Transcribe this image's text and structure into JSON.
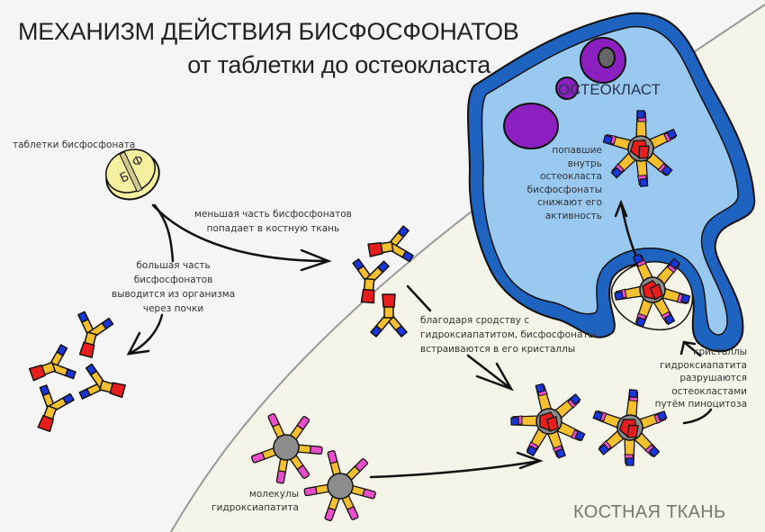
{
  "title": {
    "line1": "МЕХАНИЗМ ДЕЙСТВИЯ БИСФОСФОНАТОВ",
    "line2": "от таблетки до остеокласта"
  },
  "labels": {
    "tablet": "таблетки бисфосфоната",
    "tablet_letter_left": "Б",
    "tablet_letter_right": "Ф",
    "smaller_part": [
      "меньшая часть бисфосфонатов",
      "попадает в костную ткань"
    ],
    "larger_part": [
      "большая часть",
      "бисфосфонатов",
      "выводится из организма",
      "через почки"
    ],
    "affinity": [
      "благодаря сродству с",
      "гидроксиапатитом, бисфосфонаты",
      "встраиваются в его кристаллы"
    ],
    "osteoclast": "ОСТЕОКЛАСТ",
    "inside_osteoclast": [
      "попавшие",
      "внутрь",
      "остеокласта",
      "бисфосфонаты",
      "снижают его",
      "активность"
    ],
    "pinocytosis": [
      "кристаллы",
      "гидроксиапатита",
      "разрушаются",
      "остеокластами",
      "путём пиноцитоза"
    ],
    "hydroxyapatite": [
      "молекулы",
      "гидроксиапатита"
    ],
    "bone_tissue": "КОСТНАЯ ТКАНЬ"
  },
  "colors": {
    "background": "#f5f5f5",
    "bone": "#f4f4e8",
    "osteoclast_membrane": "#1f63c0",
    "osteoclast_cytoplasm": "#99c8f0",
    "nucleus": "#8b1fbf",
    "bisphosphonate_body": "#f4c030",
    "bisphosphonate_head": "#e81e1e",
    "bisphosphonate_tip": "#1a35d8",
    "hydroxyapatite_core": "#8c8c8c",
    "hydroxyapatite_tip": "#e84fc8",
    "tablet": "#f5f0a0"
  }
}
